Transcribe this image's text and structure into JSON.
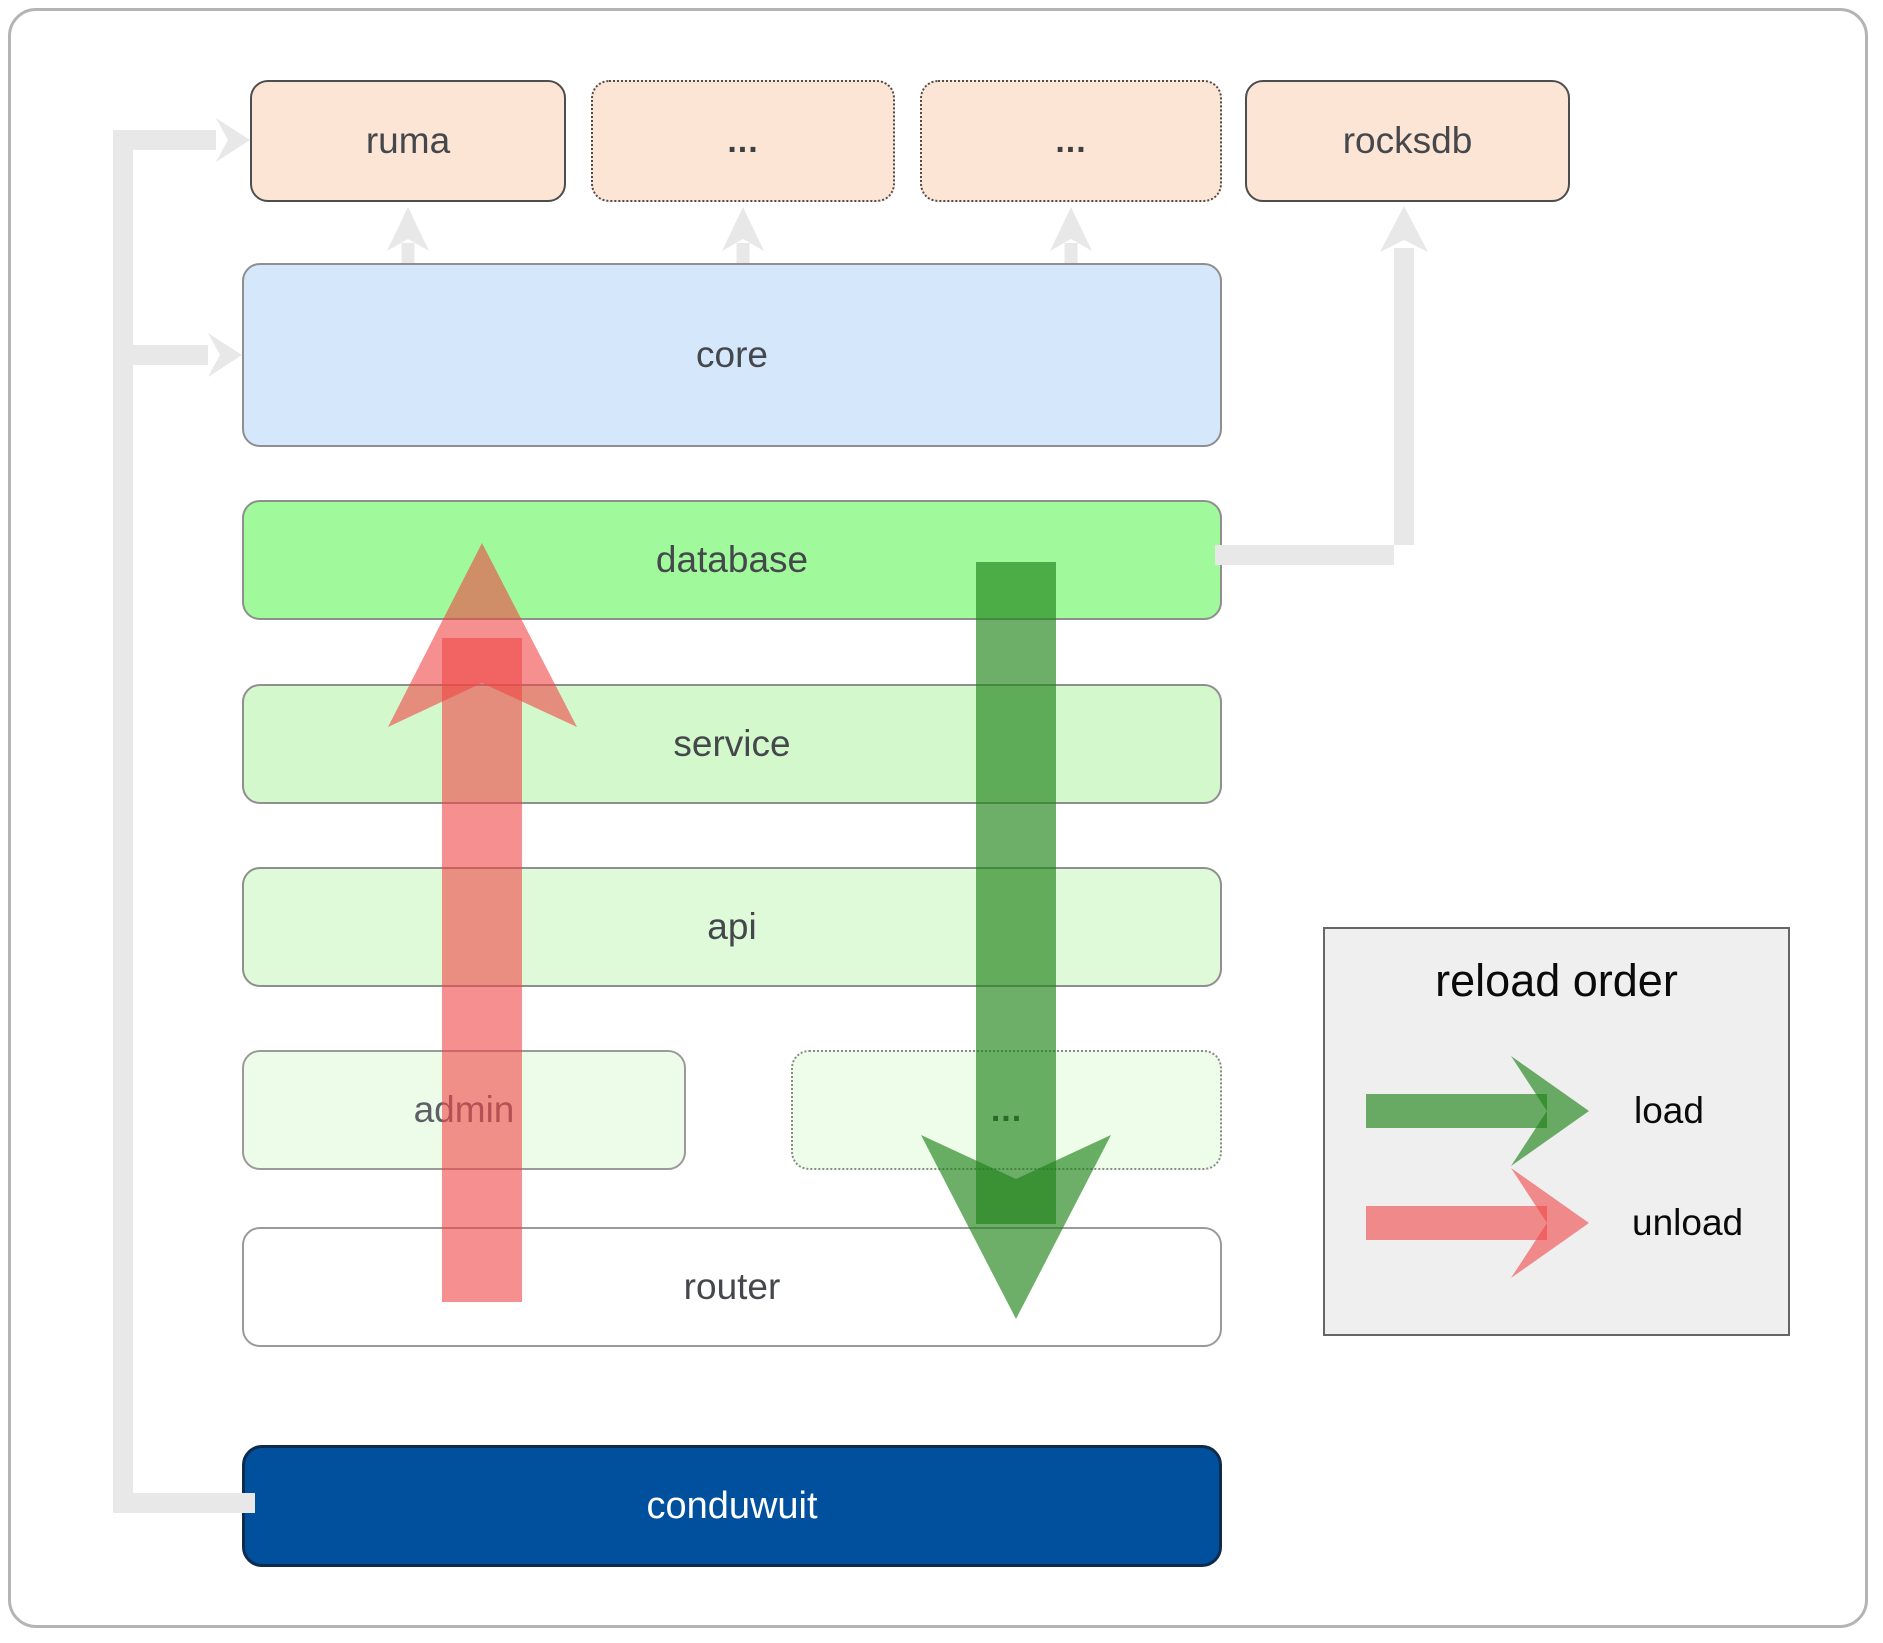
{
  "boxes": {
    "ruma": {
      "label": "ruma"
    },
    "ext_top_1": {
      "label": "..."
    },
    "ext_top_2": {
      "label": "..."
    },
    "rocksdb": {
      "label": "rocksdb"
    },
    "core": {
      "label": "core"
    },
    "database": {
      "label": "database"
    },
    "service": {
      "label": "service"
    },
    "api": {
      "label": "api"
    },
    "admin": {
      "label": "admin"
    },
    "ext_admin": {
      "label": "..."
    },
    "router": {
      "label": "router"
    },
    "conduwuit": {
      "label": "conduwuit"
    }
  },
  "legend": {
    "title": "reload order",
    "items": [
      {
        "label": "load",
        "color": "#1e8219"
      },
      {
        "label": "unload",
        "color": "#f04646"
      }
    ]
  },
  "colors": {
    "peach": "#fce5d5",
    "core_blue": "#d4e7fb",
    "database_green": "#a0f99b",
    "service_green": "#d3f8cc",
    "api_green": "#defad8",
    "admin_green": "#edfce9",
    "router_white": "#ffffff",
    "conduwuit_blue": "#00509d",
    "connector_gray": "#e8e8e8",
    "load_green": "rgba(30,130,25,0.65)",
    "unload_red": "rgba(240,70,70,0.6)"
  }
}
